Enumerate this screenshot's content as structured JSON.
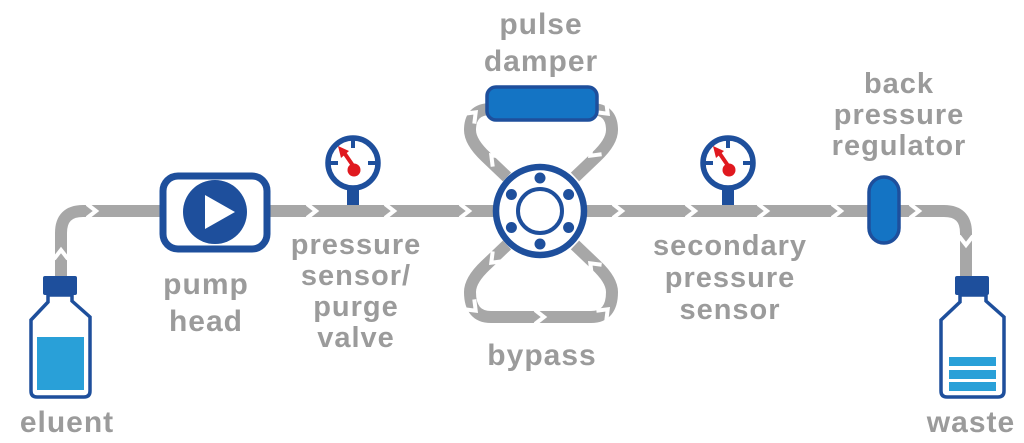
{
  "labels": {
    "eluent": "eluent",
    "pump_head": "pump\nhead",
    "pressure_sensor_purge_valve": "pressure\nsensor/\npurge\nvalve",
    "pulse_damper": "pulse\ndamper",
    "bypass": "bypass",
    "secondary_pressure_sensor": "secondary\npressure\nsensor",
    "back_pressure_regulator": "back\npressure\nregulator",
    "waste": "waste"
  },
  "colors": {
    "background": "#ffffff",
    "tube_gray": "#a7a7a7",
    "label_gray": "#9b9b9b",
    "dark_blue": "#1e4f9c",
    "medium_blue": "#1474c4",
    "light_blue": "#29a0d8",
    "needle_red": "#e0191f",
    "chevron_white": "#ffffff"
  },
  "icons": {
    "pump_head": "play-circle-icon",
    "pressure_sensor": "pressure-gauge-icon",
    "secondary_pressure_sensor": "pressure-gauge-icon",
    "valve": "six-bolt-valve-icon",
    "pulse_damper": "damper-capsule-icon",
    "back_pressure_regulator": "vertical-capsule-icon",
    "eluent": "bottle-liquid-icon",
    "waste": "bottle-stripes-icon",
    "flow_direction": "chevron-arrow-icon"
  }
}
